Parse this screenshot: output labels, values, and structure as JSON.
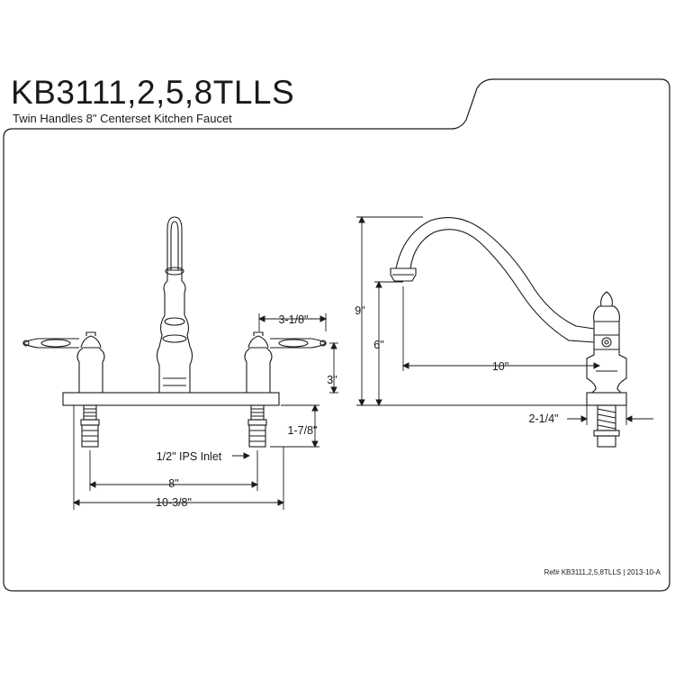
{
  "header": {
    "model": "KB3111,2,5,8TLLS",
    "description": "Twin Handles 8\" Centerset Kitchen Faucet"
  },
  "dimensions": {
    "spout_reach": "10\"",
    "overall_height": "9\"",
    "spout_height": "6\"",
    "handle_height": "3\"",
    "handle_width": "3-1/8\"",
    "shank_length": "1-7/8\"",
    "inlet": "1/2\" IPS Inlet",
    "center_spacing": "8\"",
    "overall_width": "10-3/8\"",
    "deck_thickness": "2-1/4\""
  },
  "footer": {
    "reference": "Ref# KB3111,2,5,8TLLS | 2013-10-A"
  },
  "colors": {
    "line": "#1a1a1a",
    "background": "#ffffff"
  }
}
